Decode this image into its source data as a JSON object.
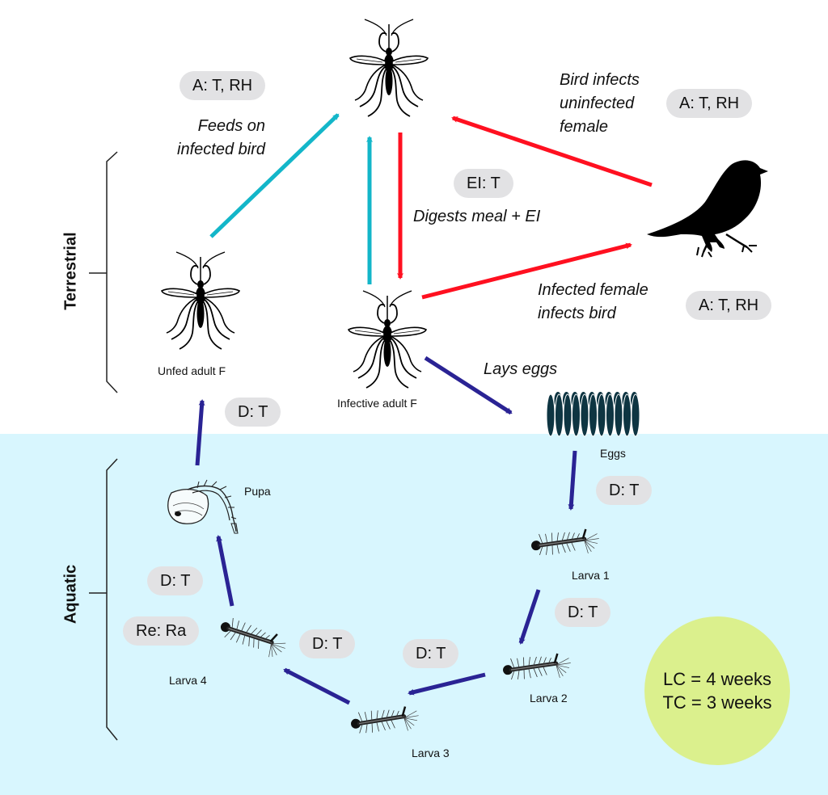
{
  "regions": {
    "terrestrial": "Terrestrial",
    "aquatic": "Aquatic"
  },
  "stages": {
    "unfed_adult": "Unfed adult F",
    "infective_adult": "Infective adult F",
    "eggs": "Eggs",
    "larva1": "Larva 1",
    "larva2": "Larva 2",
    "larva3": "Larva 3",
    "larva4": "Larva 4",
    "pupa": "Pupa"
  },
  "annotations": {
    "feeds_on_bird_line1": "Feeds on",
    "feeds_on_bird_line2": "infected bird",
    "bird_infects_line1": "Bird infects",
    "bird_infects_line2": "uninfected",
    "bird_infects_line3": "female",
    "digests": "Digests meal + EI",
    "infected_female_line1": "Infected female",
    "infected_female_line2": "infects bird",
    "lays_eggs": "Lays eggs"
  },
  "pills": {
    "feeds_factor": "A: T, RH",
    "bird_infects_factor": "A: T, RH",
    "digests_factor": "EI: T",
    "infects_bird_factor": "A: T, RH",
    "pupa_to_adult": "D: T",
    "eggs_to_larva1": "D: T",
    "larva1_to_larva2": "D: T",
    "larva2_to_larva3": "D: T",
    "larva3_to_larva4": "D: T",
    "larva4_to_pupa": "D: T",
    "larva4_mortality": "Re: Ra"
  },
  "summary": {
    "lc": "LC = 4 weeks",
    "tc": "TC = 3 weeks"
  },
  "icons": {
    "mosquito": "mosquito-icon",
    "bird": "bird-icon",
    "eggs": "egg-raft-icon",
    "larva": "larva-icon",
    "pupa": "pupa-icon"
  },
  "colors": {
    "cyan_arrow": "#13b6c9",
    "red_arrow": "#ff1020",
    "navy_arrow": "#2a2394",
    "aquatic_bg": "#d8f6fe",
    "pill_bg": "#e2e2e4",
    "summary_bg": "#dbf08d",
    "egg_color": "#0e3542"
  }
}
